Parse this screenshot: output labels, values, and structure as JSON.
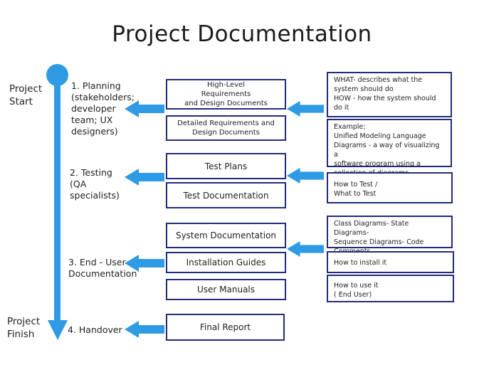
{
  "title": "Project Documentation",
  "endpoints": {
    "start": "Project\nStart",
    "finish": "Project\nFinish"
  },
  "stages": {
    "planning": "1. Planning\n(stakeholders;\ndeveloper\nteam; UX\ndesigners)",
    "testing": "2. Testing\n(QA\nspecialists)",
    "end_user": "3. End - User\nDocumentation",
    "handover": "4. Handover"
  },
  "documents": {
    "high_level": "High-Level\nRequirements\nand Design Documents",
    "detailed": "Detailed Requirements and\nDesign Documents",
    "test_plans": "Test Plans",
    "test_documentation": "Test Documentation",
    "system_documentation": "System  Documentation",
    "installation_guides": "Installation Guides",
    "user_manuals": "User Manuals",
    "final_report": "Final Report"
  },
  "notes": {
    "what_how": "WHAT- describes what the\nsystem should do\nHOW - how the system should\ndo it",
    "uml": "Example;\nUnified Modeling Language\nDiagrams - a way of visualizing a\nsoftware program using a\ncollection of diagrams.",
    "how_to_test": "How to Test /\nWhat to Test",
    "class_diagrams": "Class Diagrams- State Diagrams-\nSequence Diagrams- Code\nComments",
    "how_to_install": "How to install it",
    "how_to_use": "How to use it\n( End User)"
  },
  "colors": {
    "arrow": "#2f9be4",
    "box_border": "#232c7a"
  }
}
